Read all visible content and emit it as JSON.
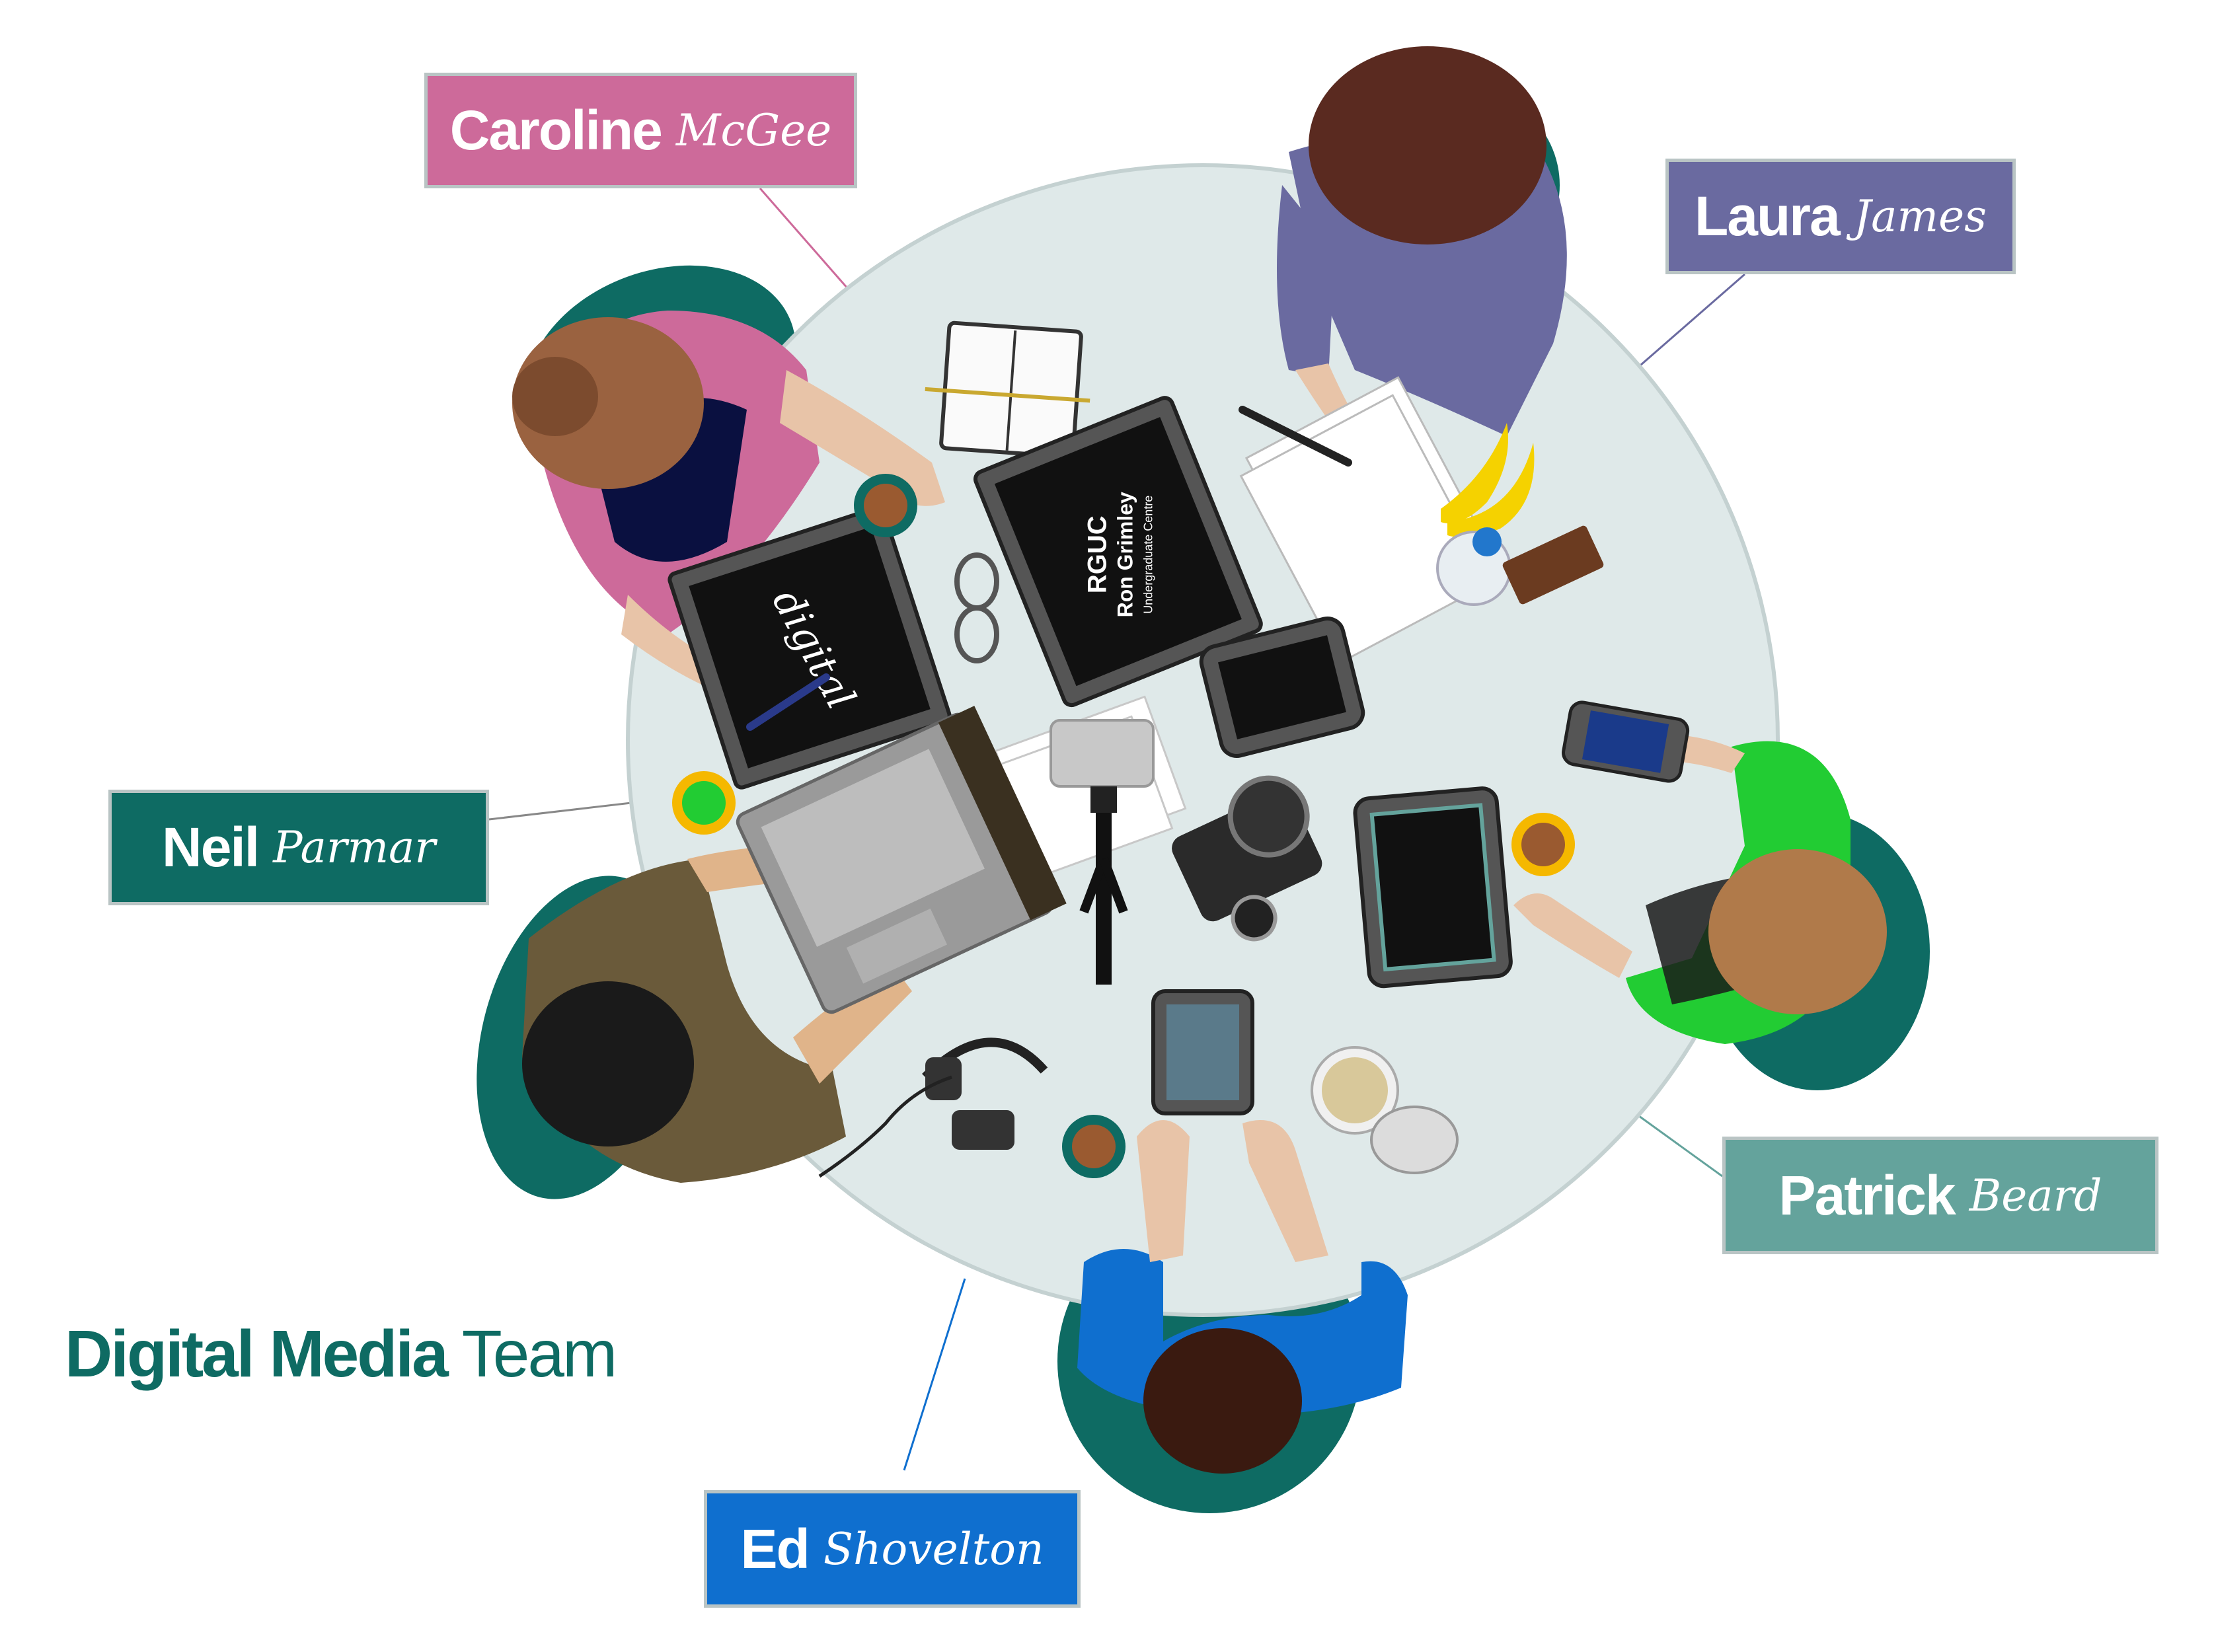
{
  "team": {
    "title_bold": "Digital Media",
    "title_light": "Team"
  },
  "people": {
    "caroline": {
      "first": "Caroline",
      "last": "McGee"
    },
    "laura": {
      "first": "Laura",
      "last": "James"
    },
    "neil": {
      "first": "Neil",
      "last": "Parmar"
    },
    "patrick": {
      "first": "Patrick",
      "last": "Beard"
    },
    "ed": {
      "first": "Ed",
      "last": "Shovelton"
    }
  },
  "device_logos": {
    "laptop_top": "RGUC",
    "laptop_top_name": "Ron Grimley",
    "laptop_top_sub": "Undergraduate Centre",
    "sketch_tablet": "digital"
  },
  "colors": {
    "caroline": "#cd6a9a",
    "laura": "#6a6aa0",
    "neil": "#0e6b63",
    "patrick": "#64a39c",
    "ed": "#0f6fcf",
    "table": "#dfe9e9",
    "chair": "#0e6b63"
  }
}
